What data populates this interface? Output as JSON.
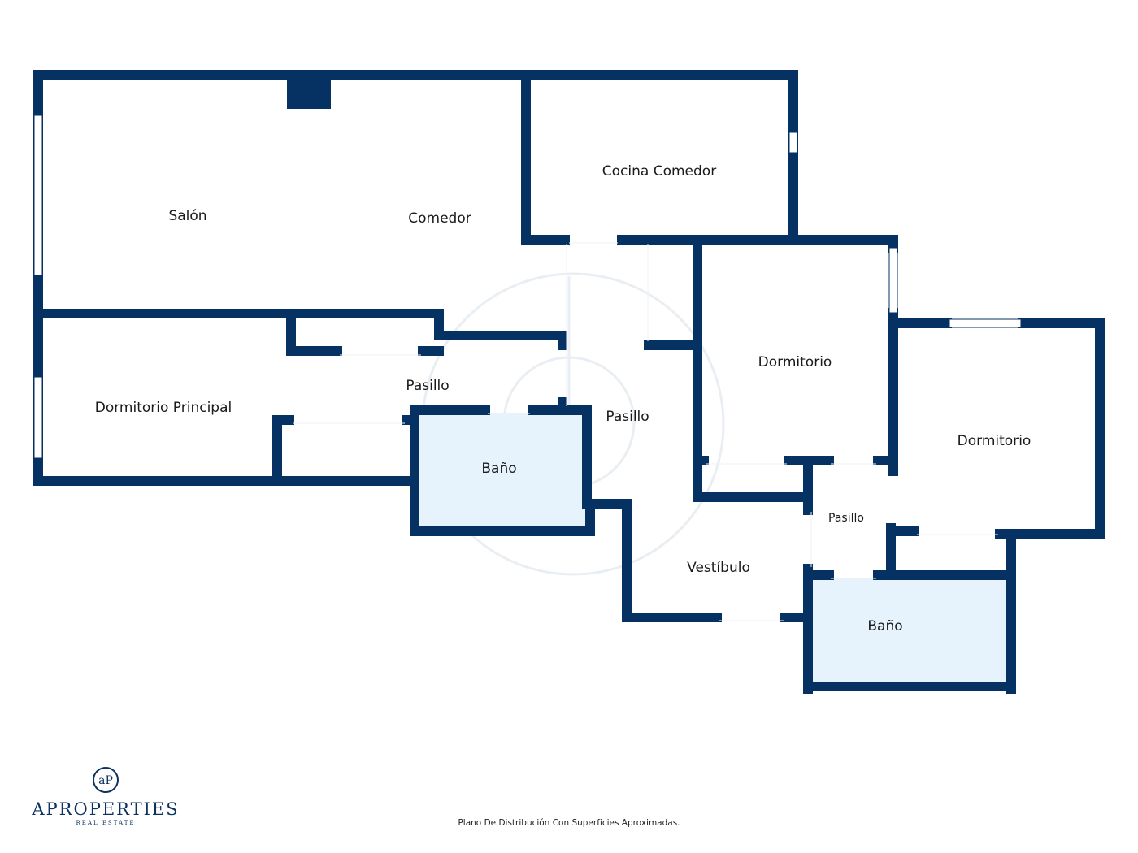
{
  "colors": {
    "wall": "#053262",
    "bathroom_fill": "#e6f3fd",
    "opening": "#ffffff",
    "watermark": "#e9eef3"
  },
  "rooms": {
    "salon": "Salón",
    "comedor": "Comedor",
    "cocina_comedor": "Cocina Comedor",
    "dormitorio_principal": "Dormitorio Principal",
    "pasillo_1": "Pasillo",
    "pasillo_2": "Pasillo",
    "pasillo_3": "Pasillo",
    "bano_1": "Baño",
    "bano_2": "Baño",
    "dormitorio_1": "Dormitorio",
    "dormitorio_2": "Dormitorio",
    "vestibulo": "Vestíbulo"
  },
  "brand": {
    "monogram": "aP",
    "name": "APROPERTIES",
    "tagline": "REAL ESTATE"
  },
  "footnote": "Plano De Distribución Con Superficies Aproximadas."
}
